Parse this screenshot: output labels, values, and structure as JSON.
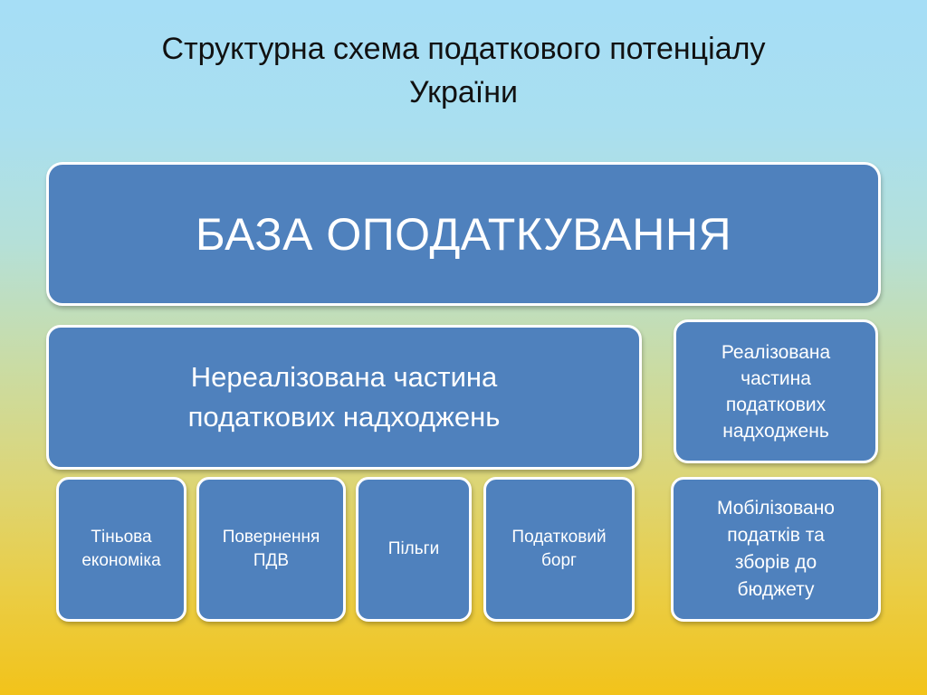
{
  "title": {
    "line1": "Структурна схема податкового потенціалу",
    "line2": "України"
  },
  "diagram": {
    "top_box": "БАЗА ОПОДАТКУВАННЯ",
    "unrealized_box": "Нереалізована частина\nподаткових надходжень",
    "realized_box": "Реалізована\nчастина\nподаткових\nнадходжень",
    "sub_boxes": {
      "shadow_economy": "Тіньова\nекономіка",
      "vat_refund": "Повернення\nПДВ",
      "tax_relief": "Пільги",
      "tax_debt": "Податковий\nборг"
    },
    "mobilized_box": "Мобілізовано\nподатків та\nзборів до\nбюджету"
  },
  "colors": {
    "box_fill": "#4f81bd",
    "box_border": "#ffffff",
    "background_top": "#a6def6",
    "background_bottom": "#f2c31a"
  }
}
